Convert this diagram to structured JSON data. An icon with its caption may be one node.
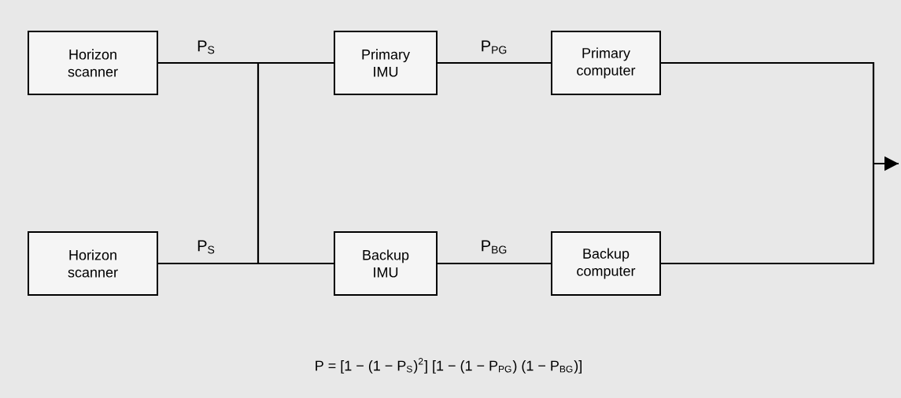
{
  "diagram": {
    "nodes": [
      {
        "text": [
          "Horizon scanner"
        ]
      },
      {
        "text": [
          "Primary IMU"
        ]
      },
      {
        "text": [
          "Primary computer"
        ]
      },
      {
        "text": [
          "Horizon scanner"
        ]
      },
      {
        "text": [
          "Backup IMU"
        ]
      },
      {
        "text": [
          "Backup computer"
        ]
      }
    ],
    "edges": [
      {
        "from": 0,
        "to": 1,
        "arrow": "none",
        "label": "P$_{S}$"
      },
      {
        "from": 0,
        "to": 4,
        "arrow": "none"
      },
      {
        "from": 3,
        "to": 1,
        "arrow": "none"
      },
      {
        "from": 3,
        "to": 4,
        "arrow": "none",
        "label": "P$_{S}$"
      },
      {
        "from": 1,
        "to": 2,
        "arrow": "none",
        "label": "P$_{PG}$"
      },
      {
        "from": 4,
        "to": 5,
        "arrow": "none",
        "label": "P$_{BG}$"
      },
      {
        "from": 2,
        "to": null,
        "arrow": "to"
      },
      {
        "from": 5,
        "to": null,
        "arrow": "to"
      }
    ],
    "labels": [
      "P = [1 − (1 − P$_{S}$)$^{2}$] [1 − (1 − P$_{PG}$) (1 − P$_{BG}$)]"
    ]
  }
}
